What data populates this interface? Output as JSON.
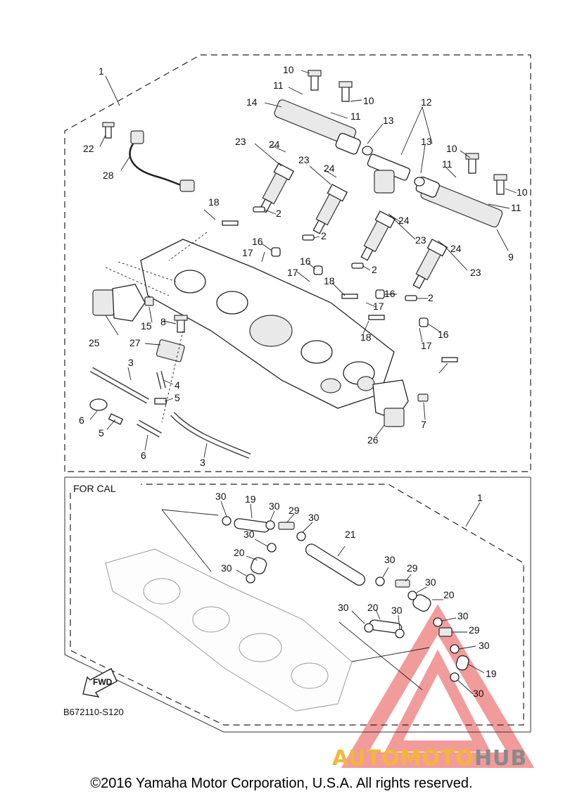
{
  "labels": {
    "frame": "1",
    "cal_frame": "1",
    "cal_title": "FOR CAL",
    "fwd": "FWD",
    "drawing_code": "B672110-S120"
  },
  "callouts": [
    "10",
    "11",
    "14",
    "12",
    "10",
    "11",
    "13",
    "13",
    "10",
    "11",
    "10",
    "11",
    "9",
    "22",
    "28",
    "23",
    "24",
    "23",
    "24",
    "24",
    "23",
    "24",
    "23",
    "2",
    "2",
    "2",
    "2",
    "18",
    "16",
    "17",
    "16",
    "17",
    "18",
    "16",
    "17",
    "16",
    "17",
    "18",
    "25",
    "15",
    "8",
    "27",
    "4",
    "3",
    "5",
    "6",
    "5",
    "6",
    "3",
    "26",
    "7",
    "30",
    "19",
    "30",
    "29",
    "30",
    "30",
    "21",
    "20",
    "30",
    "30",
    "29",
    "30",
    "20",
    "30",
    "20",
    "30",
    "30",
    "29",
    "30",
    "19",
    "30"
  ],
  "watermark": {
    "part1": "AUTOMOTO",
    "part2": "HUB",
    "color_main": "#f2b63a",
    "color_alt": "#8a8a8a",
    "triangle_color": "#e84a4a"
  },
  "copyright": "©2016 Yamaha Motor Corporation, U.S.A. All rights reserved."
}
